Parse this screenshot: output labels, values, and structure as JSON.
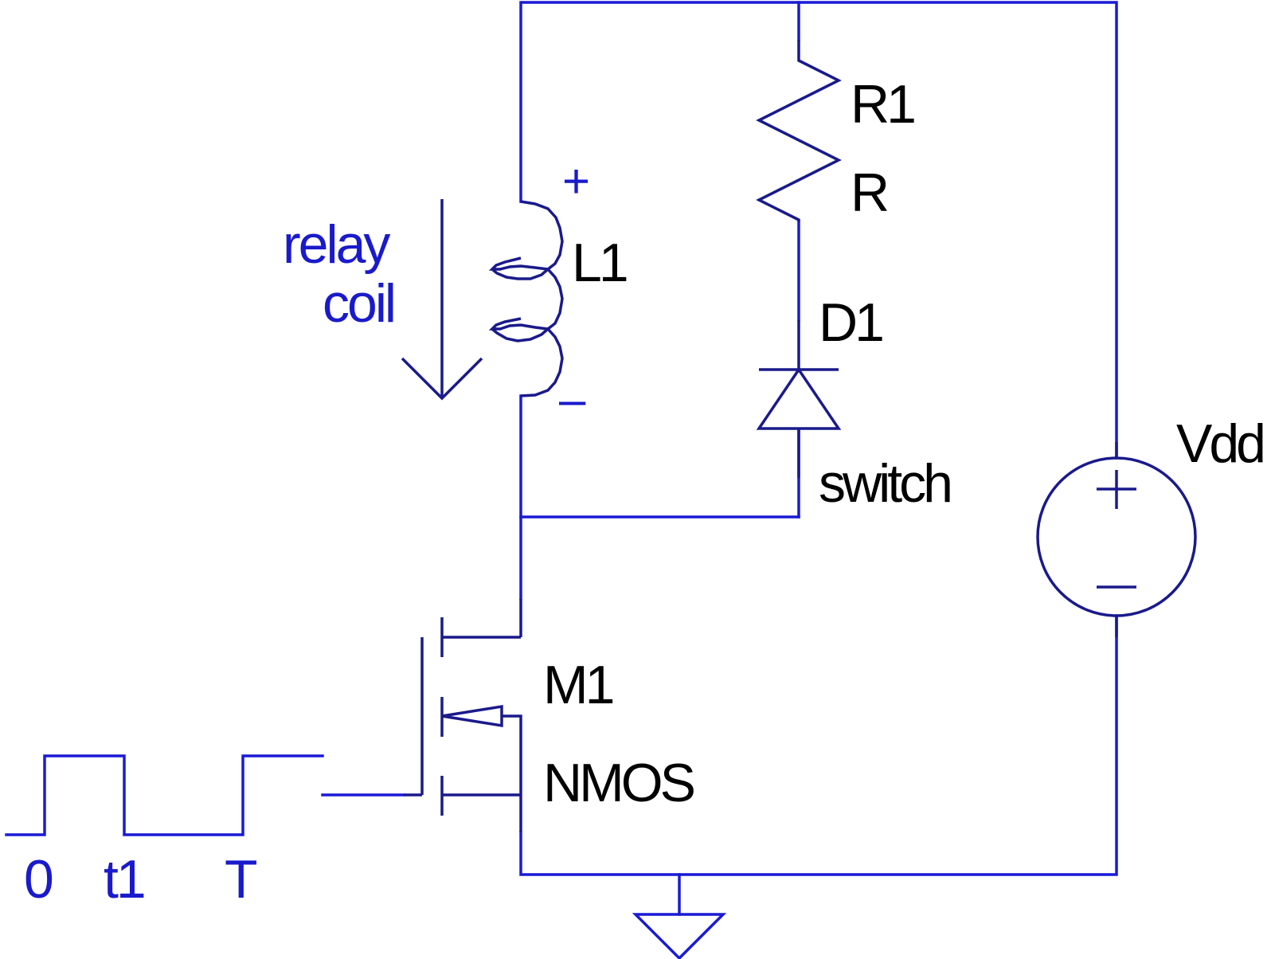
{
  "colors": {
    "wire": "#1a1ad6",
    "symbol": "#1a1a8c",
    "label": "#000000",
    "annotation": "#1a1acc"
  },
  "components": {
    "R1": {
      "ref": "R1",
      "value": "R"
    },
    "D1": {
      "ref": "D1",
      "value": "switch"
    },
    "L1": {
      "ref": "L1",
      "plus": "+",
      "minus": "–"
    },
    "M1": {
      "ref": "M1",
      "value": "NMOS"
    },
    "V1": {
      "ref": "Vdd",
      "plus": "+",
      "minus": "–"
    }
  },
  "annotations": {
    "relay_line1": "relay",
    "relay_line2": "coil",
    "pulse_labels": [
      "0",
      "t1",
      "T"
    ]
  }
}
